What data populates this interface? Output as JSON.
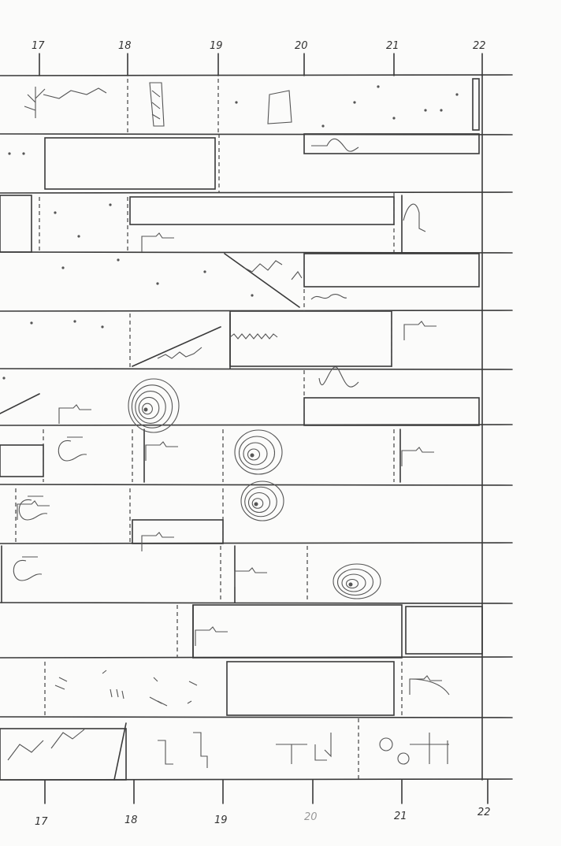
{
  "top_axis": {
    "labels": [
      "17",
      "18",
      "19",
      "20",
      "21",
      "22"
    ]
  },
  "bottom_axis": {
    "labels": [
      "17",
      "18",
      "19",
      "20",
      "21",
      "22"
    ]
  },
  "colors": {
    "paper": "#fbfbfa",
    "ink": "#3a3a3a"
  }
}
